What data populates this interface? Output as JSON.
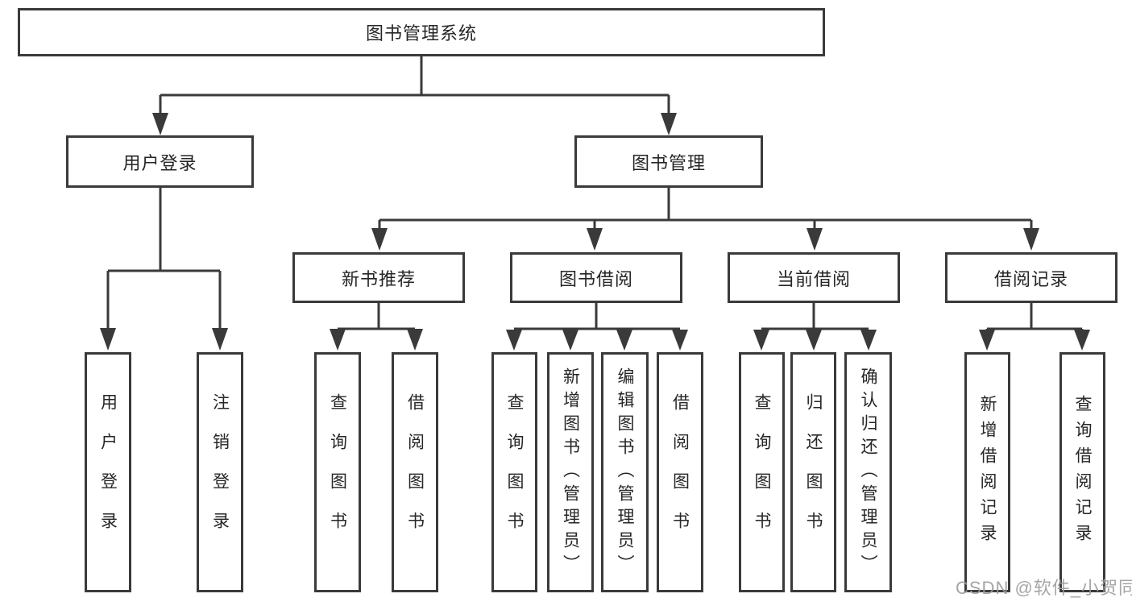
{
  "title": {
    "label": "图书管理系统"
  },
  "level2": {
    "login": {
      "label": "用户登录"
    },
    "management": {
      "label": "图书管理"
    }
  },
  "level3": {
    "recommend": {
      "label": "新书推荐"
    },
    "borrow": {
      "label": "图书借阅"
    },
    "current": {
      "label": "当前借阅"
    },
    "records": {
      "label": "借阅记录"
    }
  },
  "leaves": {
    "login": [
      "用户登录",
      "注销登录"
    ],
    "recommend": [
      "查询图书",
      "借阅图书"
    ],
    "borrow": [
      "查询图书",
      "新增图书（管理员）",
      "编辑图书（管理员）",
      "借阅图书"
    ],
    "current": [
      "查询图书",
      "归还图书",
      "确认归还（管理员）"
    ],
    "records": [
      "新增借阅记录",
      "查询借阅记录"
    ]
  },
  "watermark": "CSDN @软件_小贺同学",
  "colors": {
    "line": "#3a3a3a",
    "text": "#262626",
    "background": "#ffffff",
    "watermark": "#9c9c9c"
  }
}
